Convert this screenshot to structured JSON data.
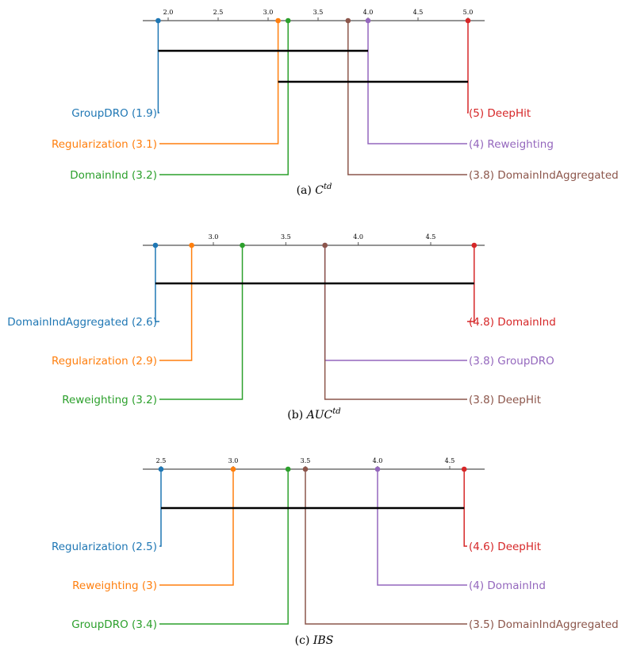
{
  "chart_data": [
    {
      "type": "critical-difference",
      "caption_prefix": "(a) ",
      "caption_math": "C",
      "caption_sup": "td",
      "ticks": [
        "2.0",
        "2.5",
        "3.0",
        "3.5",
        "4.0",
        "4.5",
        "5.0"
      ],
      "tick_values": [
        2.0,
        2.5,
        3.0,
        3.5,
        4.0,
        4.5,
        5.0
      ],
      "methods": [
        {
          "name": "GroupDRO",
          "rank": 1.9,
          "rank_label": "1.9",
          "color": "#1f77b4",
          "side": "left"
        },
        {
          "name": "Regularization",
          "rank": 3.1,
          "rank_label": "3.1",
          "color": "#ff7f0e",
          "side": "left"
        },
        {
          "name": "DomainInd",
          "rank": 3.2,
          "rank_label": "3.2",
          "color": "#2ca02c",
          "side": "left"
        },
        {
          "name": "DeepHit",
          "rank": 5.0,
          "rank_label": "5",
          "color": "#d62728",
          "side": "right"
        },
        {
          "name": "Reweighting",
          "rank": 4.0,
          "rank_label": "4",
          "color": "#9467bd",
          "side": "right"
        },
        {
          "name": "DomainIndAggregated",
          "rank": 3.8,
          "rank_label": "3.8",
          "color": "#8c564b",
          "side": "right"
        }
      ],
      "cliques": [
        [
          1.9,
          4.0
        ],
        [
          3.1,
          5.0
        ]
      ]
    },
    {
      "type": "critical-difference",
      "caption_prefix": "(b) ",
      "caption_math": "AUC",
      "caption_sup": "td",
      "ticks": [
        "3.0",
        "3.5",
        "4.0",
        "4.5"
      ],
      "tick_values": [
        3.0,
        3.5,
        4.0,
        4.5
      ],
      "methods": [
        {
          "name": "DomainIndAggregated",
          "rank": 2.6,
          "rank_label": "2.6",
          "color": "#1f77b4",
          "side": "left"
        },
        {
          "name": "Regularization",
          "rank": 2.85,
          "rank_label": "2.9",
          "color": "#ff7f0e",
          "side": "left"
        },
        {
          "name": "Reweighting",
          "rank": 3.2,
          "rank_label": "3.2",
          "color": "#2ca02c",
          "side": "left"
        },
        {
          "name": "DomainInd",
          "rank": 4.8,
          "rank_label": "4.8",
          "color": "#d62728",
          "side": "right"
        },
        {
          "name": "GroupDRO",
          "rank": 3.77,
          "rank_label": "3.8",
          "color": "#9467bd",
          "side": "right"
        },
        {
          "name": "DeepHit",
          "rank": 3.77,
          "rank_label": "3.8",
          "color": "#8c564b",
          "side": "right"
        }
      ],
      "cliques": [
        [
          2.6,
          4.8
        ]
      ]
    },
    {
      "type": "critical-difference",
      "caption_prefix": "(c) ",
      "caption_math": "IBS",
      "caption_sup": "",
      "ticks": [
        "2.5",
        "3.0",
        "3.5",
        "4.0",
        "4.5"
      ],
      "tick_values": [
        2.5,
        3.0,
        3.5,
        4.0,
        4.5
      ],
      "methods": [
        {
          "name": "Regularization",
          "rank": 2.5,
          "rank_label": "2.5",
          "color": "#1f77b4",
          "side": "left"
        },
        {
          "name": "Reweighting",
          "rank": 3.0,
          "rank_label": "3",
          "color": "#ff7f0e",
          "side": "left"
        },
        {
          "name": "GroupDRO",
          "rank": 3.38,
          "rank_label": "3.4",
          "color": "#2ca02c",
          "side": "left"
        },
        {
          "name": "DeepHit",
          "rank": 4.6,
          "rank_label": "4.6",
          "color": "#d62728",
          "side": "right"
        },
        {
          "name": "DomainInd",
          "rank": 4.0,
          "rank_label": "4",
          "color": "#9467bd",
          "side": "right"
        },
        {
          "name": "DomainIndAggregated",
          "rank": 3.5,
          "rank_label": "3.5",
          "color": "#8c564b",
          "side": "right"
        }
      ],
      "cliques": [
        [
          2.5,
          4.6
        ]
      ]
    }
  ]
}
